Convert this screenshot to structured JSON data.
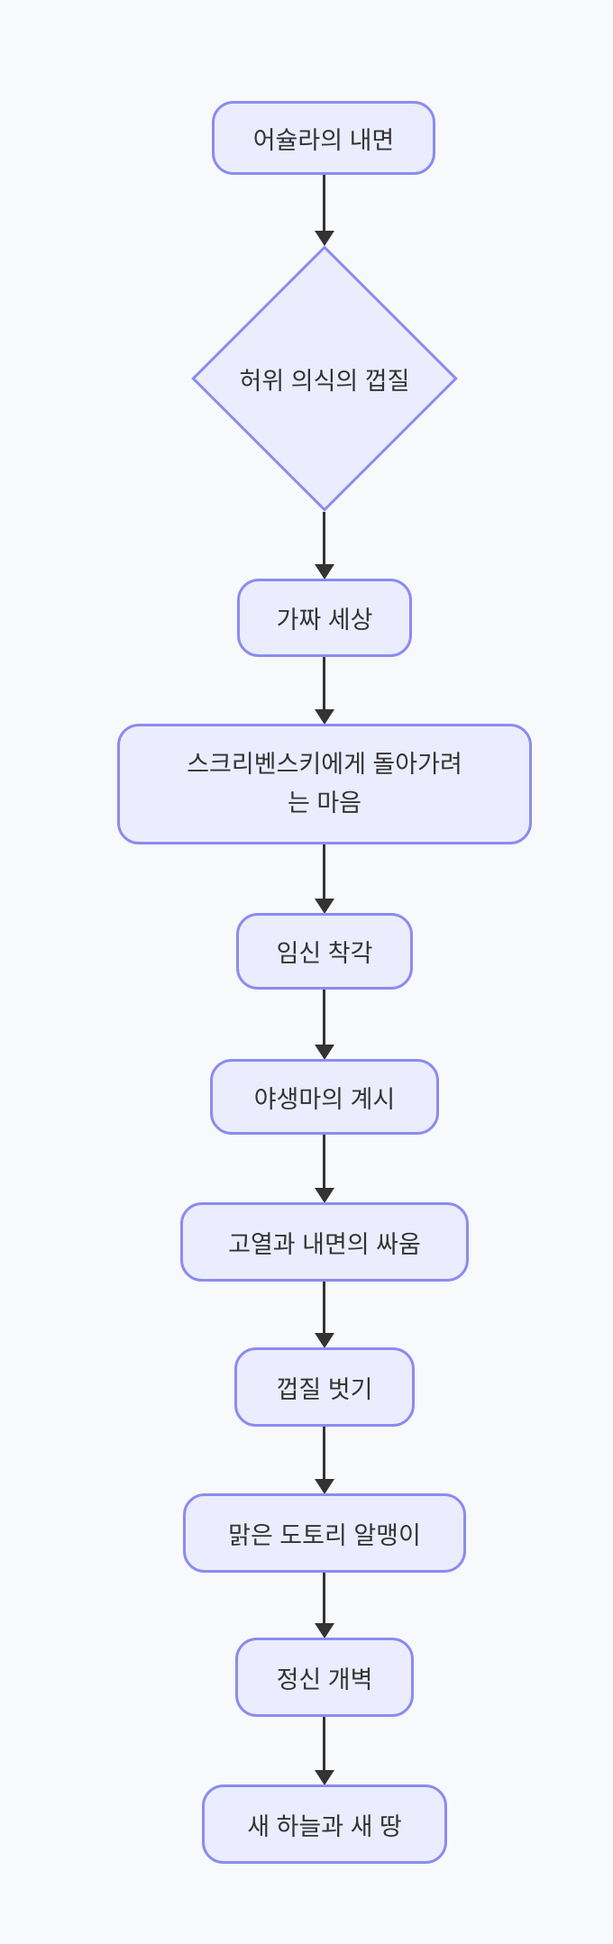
{
  "page": {
    "background_color": "#F8F9FB"
  },
  "diagram": {
    "type": "flowchart",
    "direction": "top-down",
    "colors": {
      "node_fill": "#ECECFF",
      "node_border": "#8A8CF0",
      "text": "#333333",
      "edge": "#333333"
    },
    "nodes": [
      {
        "id": "A",
        "shape": "rounded-rect",
        "label": "어슐라의 내면"
      },
      {
        "id": "B",
        "shape": "diamond",
        "label": "허위 의식의 껍질"
      },
      {
        "id": "C",
        "shape": "rounded-rect",
        "label": "가짜 세상"
      },
      {
        "id": "D",
        "shape": "rounded-rect",
        "label": "스크리벤스키에게 돌아가려는 마음",
        "lines": [
          "스크리벤스키에게 돌아가려",
          "는 마음"
        ]
      },
      {
        "id": "E",
        "shape": "rounded-rect",
        "label": "임신 착각"
      },
      {
        "id": "F",
        "shape": "rounded-rect",
        "label": "야생마의 계시"
      },
      {
        "id": "G",
        "shape": "rounded-rect",
        "label": "고열과 내면의 싸움"
      },
      {
        "id": "H",
        "shape": "rounded-rect",
        "label": "껍질 벗기"
      },
      {
        "id": "I",
        "shape": "rounded-rect",
        "label": "맑은 도토리 알맹이"
      },
      {
        "id": "J",
        "shape": "rounded-rect",
        "label": "정신 개벽"
      },
      {
        "id": "K",
        "shape": "rounded-rect",
        "label": "새 하늘과 새 땅"
      }
    ],
    "edges": [
      {
        "from": "A",
        "to": "B"
      },
      {
        "from": "B",
        "to": "C"
      },
      {
        "from": "C",
        "to": "D"
      },
      {
        "from": "D",
        "to": "E"
      },
      {
        "from": "E",
        "to": "F"
      },
      {
        "from": "F",
        "to": "G"
      },
      {
        "from": "G",
        "to": "H"
      },
      {
        "from": "H",
        "to": "I"
      },
      {
        "from": "I",
        "to": "J"
      },
      {
        "from": "J",
        "to": "K"
      }
    ]
  }
}
